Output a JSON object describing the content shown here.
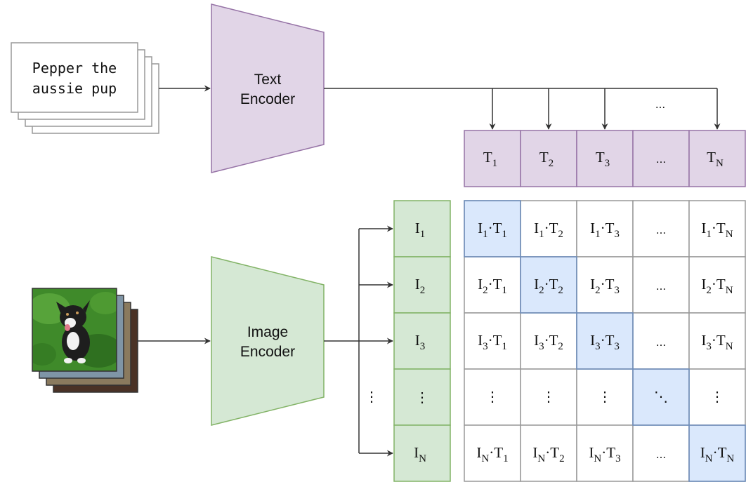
{
  "text_input": {
    "line1": "Pepper the",
    "line2": "aussie pup"
  },
  "encoders": {
    "text": {
      "line1": "Text",
      "line2": "Encoder"
    },
    "image": {
      "line1": "Image",
      "line2": "Encoder"
    }
  },
  "ellipsis": "...",
  "vdots": "⋮",
  "ddots": "⋱",
  "text_embeddings": [
    {
      "base": "T",
      "sub": "1"
    },
    {
      "base": "T",
      "sub": "2"
    },
    {
      "base": "T",
      "sub": "3"
    },
    {
      "base": "...",
      "sub": ""
    },
    {
      "base": "T",
      "sub": "N"
    }
  ],
  "image_embeddings": [
    {
      "base": "I",
      "sub": "1"
    },
    {
      "base": "I",
      "sub": "2"
    },
    {
      "base": "I",
      "sub": "3"
    },
    {
      "base": "⋮",
      "sub": ""
    },
    {
      "base": "I",
      "sub": "N"
    }
  ],
  "matrix_rows": [
    [
      {
        "kind": "dot",
        "a": "1",
        "b": "1"
      },
      {
        "kind": "dot",
        "a": "1",
        "b": "2"
      },
      {
        "kind": "dot",
        "a": "1",
        "b": "3"
      },
      {
        "kind": "sym",
        "text": "..."
      },
      {
        "kind": "dot",
        "a": "1",
        "b": "N"
      }
    ],
    [
      {
        "kind": "dot",
        "a": "2",
        "b": "1"
      },
      {
        "kind": "dot",
        "a": "2",
        "b": "2"
      },
      {
        "kind": "dot",
        "a": "2",
        "b": "3"
      },
      {
        "kind": "sym",
        "text": "..."
      },
      {
        "kind": "dot",
        "a": "2",
        "b": "N"
      }
    ],
    [
      {
        "kind": "dot",
        "a": "3",
        "b": "1"
      },
      {
        "kind": "dot",
        "a": "3",
        "b": "2"
      },
      {
        "kind": "dot",
        "a": "3",
        "b": "3"
      },
      {
        "kind": "sym",
        "text": "..."
      },
      {
        "kind": "dot",
        "a": "3",
        "b": "N"
      }
    ],
    [
      {
        "kind": "sym",
        "text": "⋮"
      },
      {
        "kind": "sym",
        "text": "⋮"
      },
      {
        "kind": "sym",
        "text": "⋮"
      },
      {
        "kind": "sym",
        "text": "⋱"
      },
      {
        "kind": "sym",
        "text": "⋮"
      }
    ],
    [
      {
        "kind": "dot",
        "a": "N",
        "b": "1"
      },
      {
        "kind": "dot",
        "a": "N",
        "b": "2"
      },
      {
        "kind": "dot",
        "a": "N",
        "b": "3"
      },
      {
        "kind": "sym",
        "text": "..."
      },
      {
        "kind": "dot",
        "a": "N",
        "b": "N"
      }
    ]
  ],
  "colors": {
    "text_fill": "#e1d5e7",
    "text_stroke": "#9673a6",
    "image_fill": "#d5e8d4",
    "image_stroke": "#82b366",
    "diag_fill": "#dae8fc",
    "diag_stroke": "#6c8ebf",
    "grid_stroke": "#999999",
    "line": "#333333"
  }
}
